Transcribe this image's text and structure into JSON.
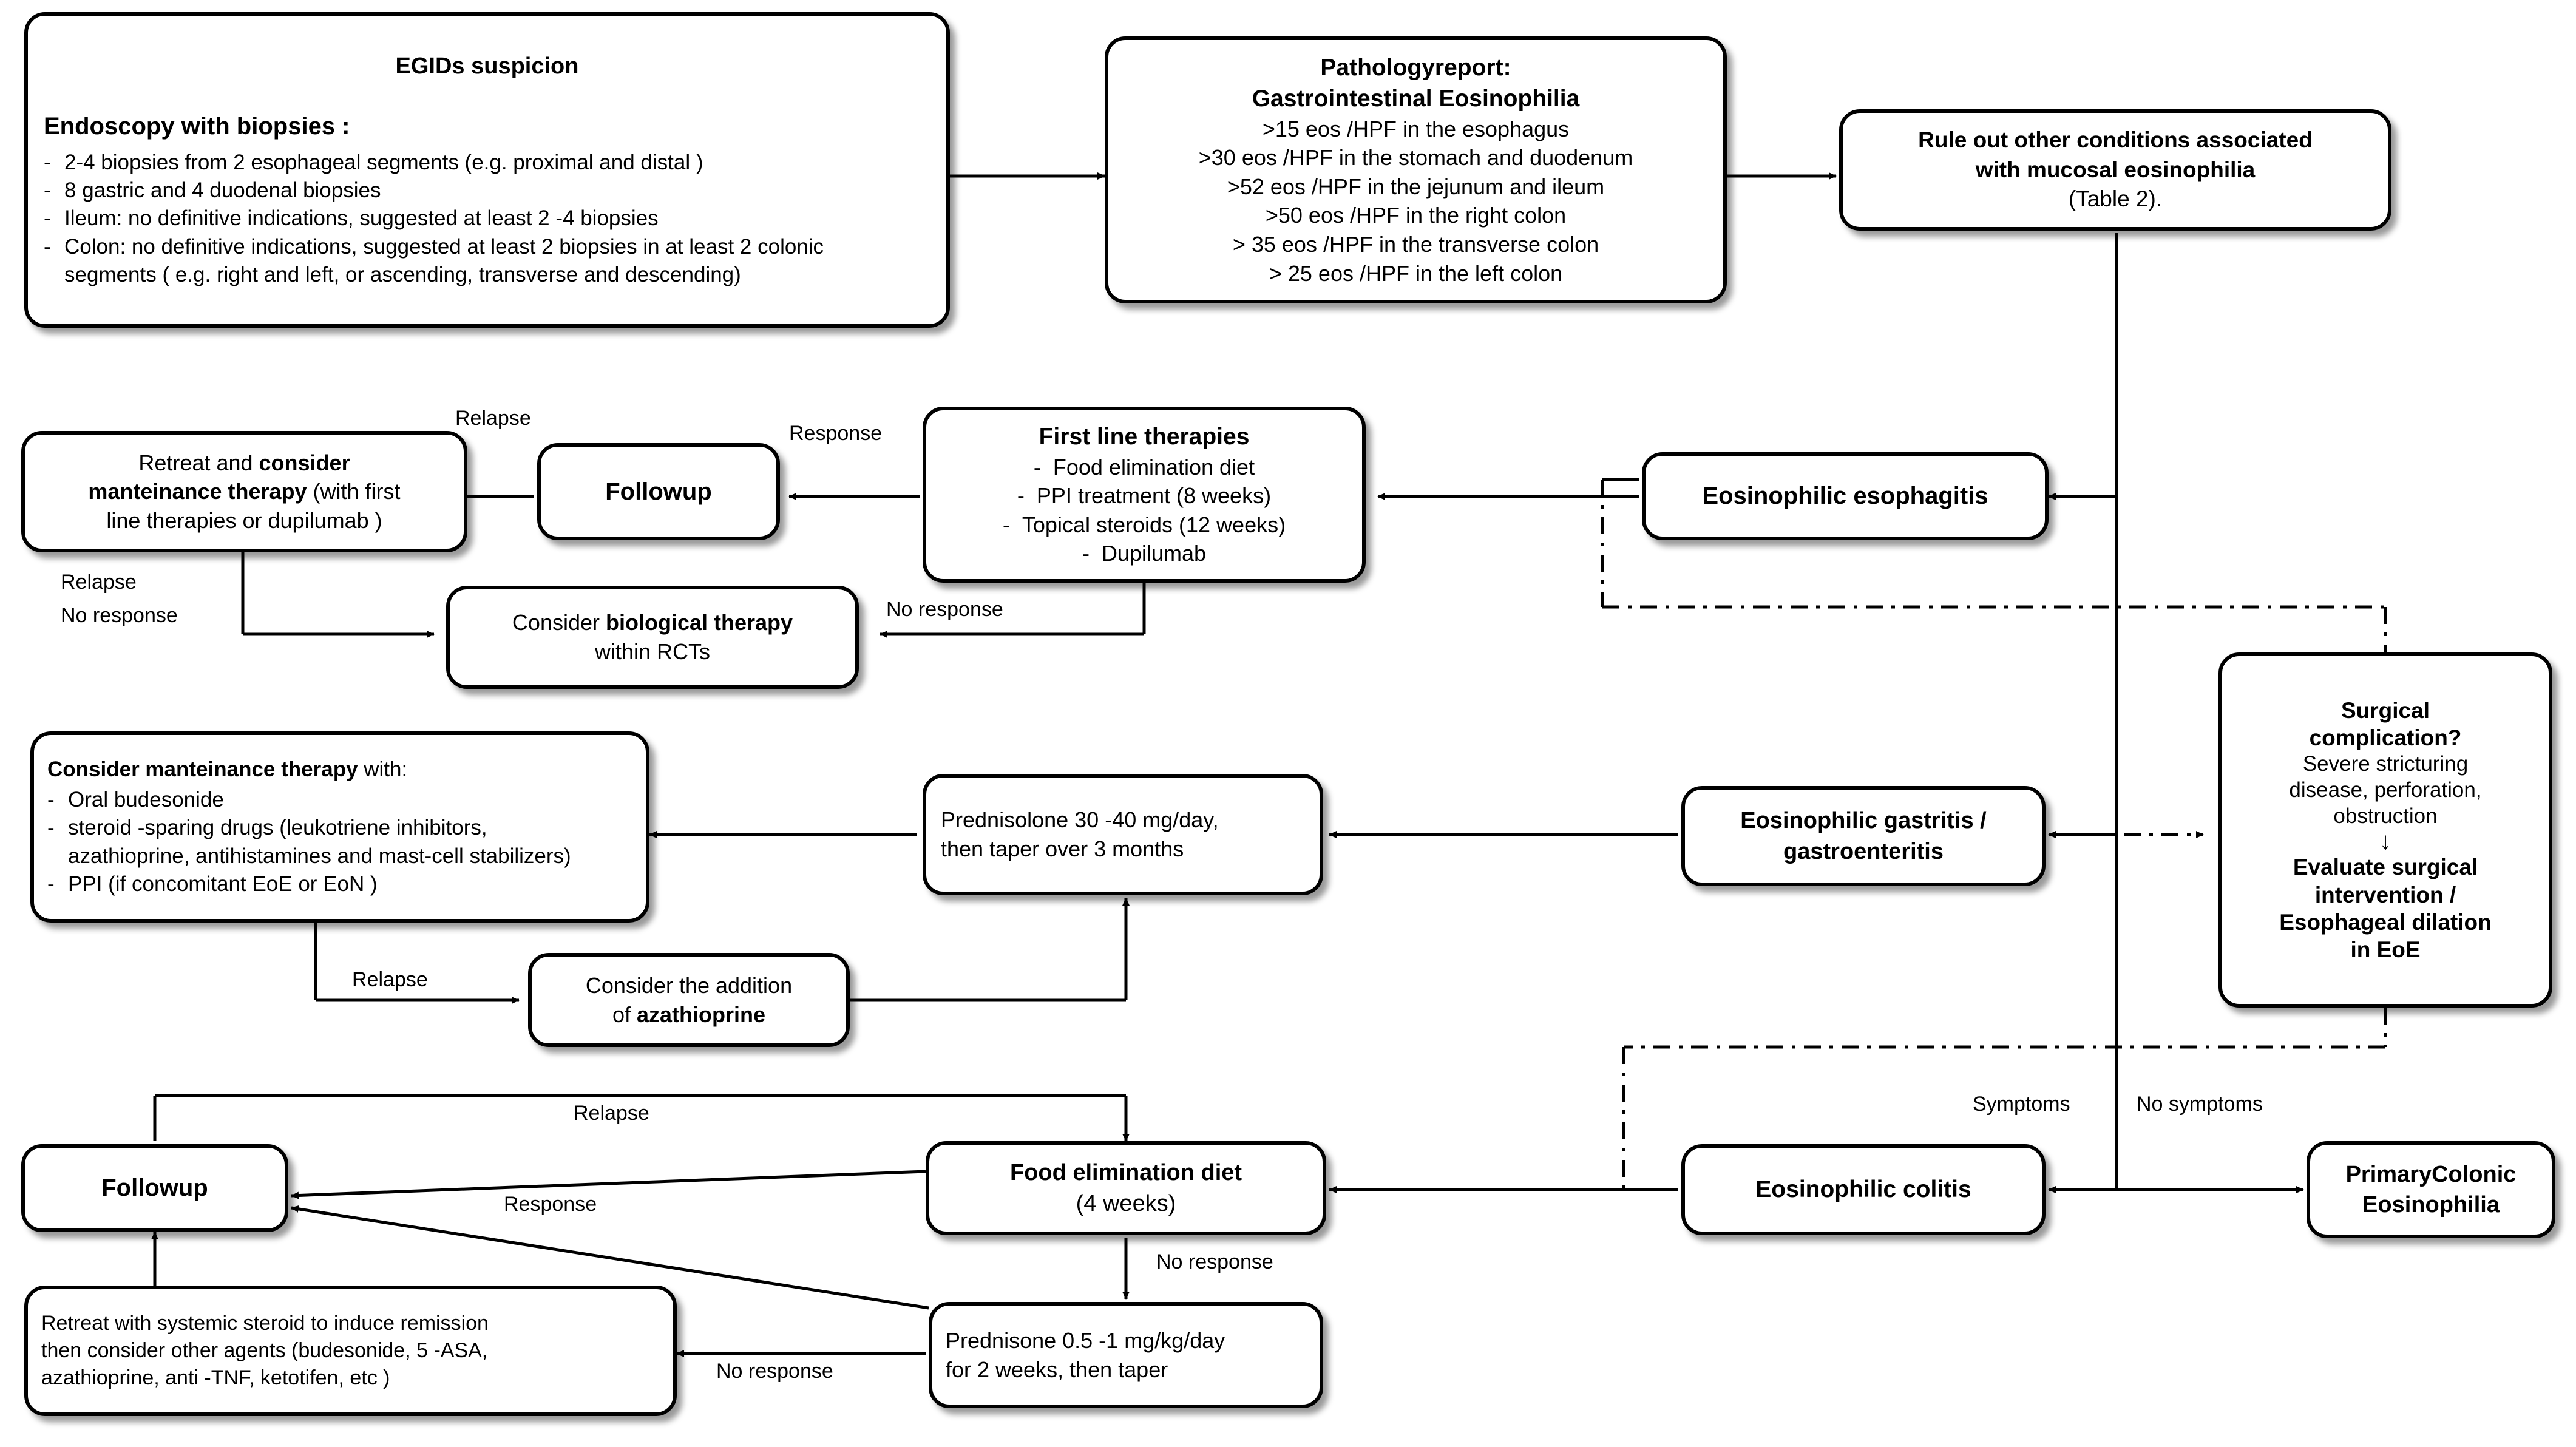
{
  "nodes": {
    "egids": {
      "title": "EGIDs suspicion",
      "subtitle": "Endoscopy with biopsies :",
      "bullets": [
        "2-4 biopsies  from 2 esophageal   segments  (e.g. proximal  and  distal )",
        "8 gastric and 4 duodenal biopsies",
        "Ileum: no definitive indications, suggested at least 2        -4 biopsies",
        "Colon: no definitive indications, suggested at least 2 biopsies in at least 2 colonic segments (    e.g.  right and left, or ascending, transverse and descending)"
      ]
    },
    "pathology": {
      "title_line1": "Pathologyreport:",
      "title_line2": "Gastrointestinal Eosinophilia",
      "lines": [
        ">15  eos /HPF in the esophagus",
        ">30  eos /HPF in the stomach and duodenum",
        ">52  eos /HPF in the jejunum and ileum",
        ">50  eos /HPF in the right colon",
        "> 35  eos /HPF in the transverse colon",
        "> 25  eos /HPF in the left colon"
      ]
    },
    "ruleout": {
      "line1": "Rule out other conditions associated",
      "line2": "with mucosal eosinophilia",
      "line3": "(Table 2)."
    },
    "retreat_consider": {
      "seg1": "Retreat  and ",
      "seg2": "consider",
      "seg3": "manteinance  therapy",
      "seg4": " (with first",
      "seg5": "line therapies or   dupilumab  )"
    },
    "followup_top": {
      "label": "Followup"
    },
    "first_line": {
      "title": "First line therapies",
      "bullets": [
        "Food  elimination  diet",
        "PPI treatment (8 weeks)",
        "Topical steroids (12 weeks)",
        "Dupilumab"
      ]
    },
    "eoe": {
      "label": "Eosinophilic  esophagitis"
    },
    "biological": {
      "seg1": "Consider ",
      "seg2": "biological  therapy",
      "seg3": "within RCTs"
    },
    "surgical": {
      "title1": "Surgical",
      "title2": "complication?",
      "body1": "Severe  stricturing",
      "body2": "disease, perforation,",
      "body3": "obstruction",
      "arrow": "↓",
      "out1": "Evaluate  surgical",
      "out2": "intervention  /",
      "out3": "Esophageal  dilation",
      "out4": "in EoE"
    },
    "maintenance": {
      "title": "Consider  manteinance  therapy",
      "title_tail": " with:",
      "bullets": [
        "Oral budesonide",
        "steroid -sparing drugs (leukotriene inhibitors, azathioprine, antihistamines and mast-cell stabilizers)",
        "PPI (if concomitant   EoE  or EoN )"
      ]
    },
    "prednisolone": {
      "line1": "Prednisolone 30  -40 mg/day,",
      "line2": "then taper over 3 months"
    },
    "gastritis": {
      "line1": "Eosinophilic  gastritis /",
      "line2": "gastroenteritis"
    },
    "azathioprine": {
      "seg1": "Consider  the  addition",
      "seg2": "of ",
      "seg3": "azathioprine"
    },
    "followup_bottom": {
      "label": "Followup"
    },
    "food_elim": {
      "line1": "Food elimination diet",
      "line2": "(4 weeks)"
    },
    "colitis": {
      "label": "Eosinophilic colitis"
    },
    "primary_colonic": {
      "line1": "PrimaryColonic",
      "line2": "Eosinophilia"
    },
    "retreat_systemic": {
      "line1": "Retreat with systemic steroid to induce remission",
      "line2": "then consider other agents (budesonide, 5       -ASA,",
      "line3": "azathioprine, anti  -TNF, ketotifen,   etc )"
    },
    "prednisone": {
      "line1": "Prednisone 0.5   -1 mg/kg/day",
      "line2": "for 2 weeks, then taper"
    }
  },
  "edge_labels": {
    "relapse_top": "Relapse",
    "response_top": "Response",
    "relapse_noresponse_1": "Relapse",
    "relapse_noresponse_2": "No response",
    "no_response_firstline": "No response",
    "relapse_aza": "Relapse",
    "relapse_bottom": "Relapse",
    "response_bottom": "Response",
    "no_response_food": "No response",
    "no_response_pred": "No response",
    "symptoms": "Symptoms",
    "no_symptoms": "No symptoms"
  },
  "colors": {
    "stroke": "#000000",
    "fill": "#ffffff",
    "shadow": "rgba(0,0,0,0.40)"
  }
}
